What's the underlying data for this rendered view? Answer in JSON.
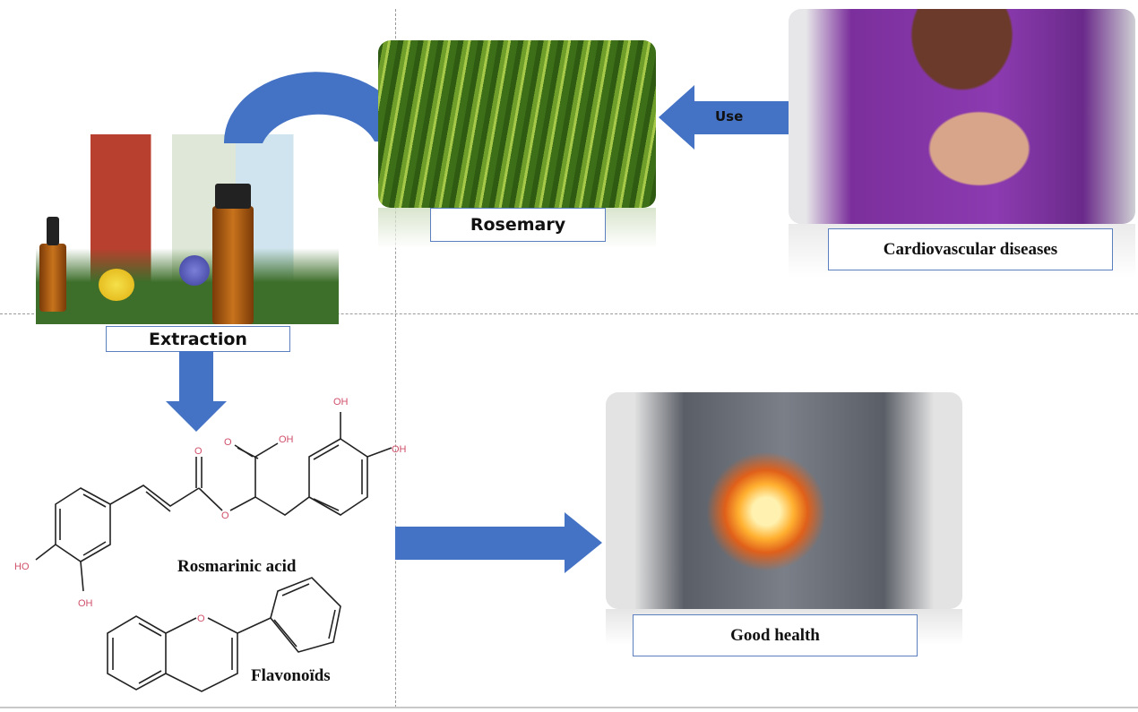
{
  "labels": {
    "rosemary": "Rosemary",
    "cardiovascular": "Cardiovascular diseases",
    "extraction": "Extraction",
    "good_health": "Good health",
    "use": "Use",
    "rosmarinic_acid": "Rosmarinic acid",
    "flavonoids": "Flavonoïds"
  },
  "molecule_atoms": {
    "ho": "HO",
    "oh": "OH",
    "o": "O"
  },
  "colors": {
    "arrow": "#4472c4",
    "label_border": "#5b7fbf",
    "atom": "#d0506a"
  }
}
